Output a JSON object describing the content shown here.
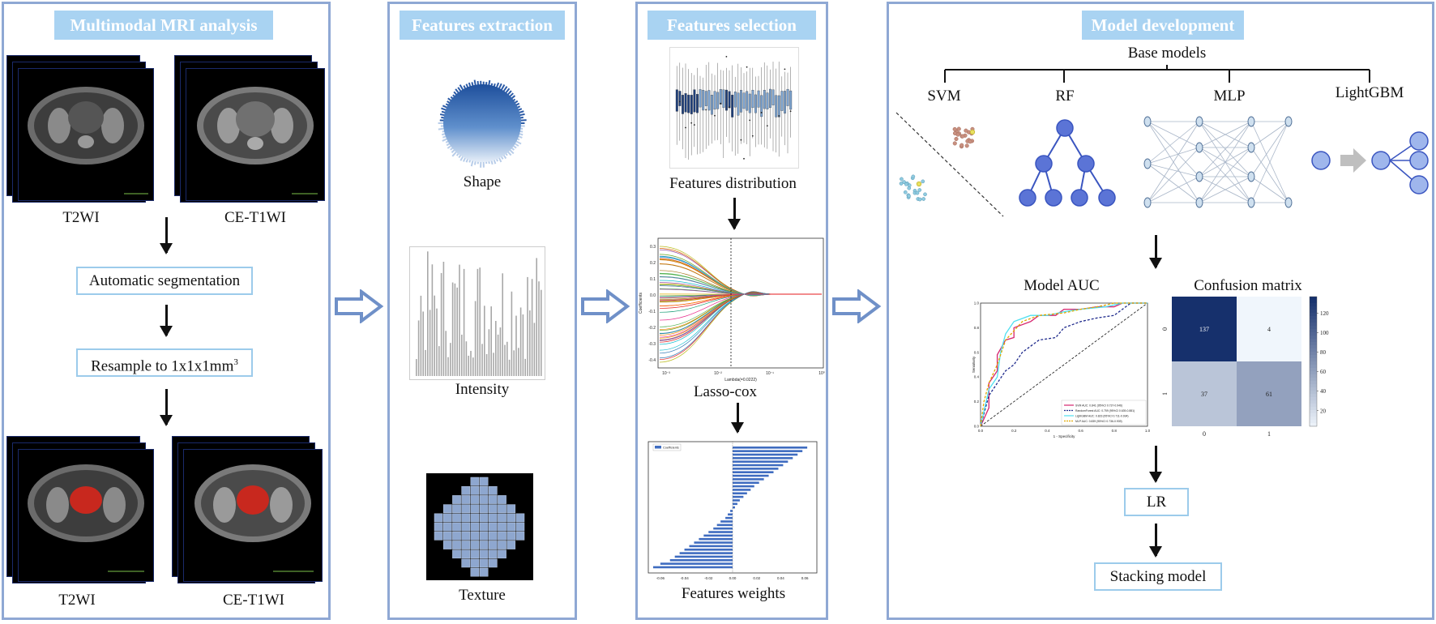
{
  "panels": {
    "mri": {
      "title": "Multimodal MRI analysis",
      "label_t2_top": "T2WI",
      "label_ce_top": "CE-T1WI",
      "step_segmentation": "Automatic segmentation",
      "step_resample": "Resample to 1x1x1mm",
      "step_resample_sup": "3",
      "label_t2_bottom": "T2WI",
      "label_ce_bottom": "CE-T1WI"
    },
    "extraction": {
      "title": "Features extraction",
      "shape_label": "Shape",
      "intensity_label": "Intensity",
      "texture_label": "Texture"
    },
    "selection": {
      "title": "Features selection",
      "distribution_label": "Features distribution",
      "lasso_label": "Lasso-cox",
      "weights_label": "Features weights",
      "weights_legend": "Coefficients"
    },
    "model": {
      "title": "Model development",
      "base_models_label": "Base models",
      "svm_label": "SVM",
      "rf_label": "RF",
      "mlp_label": "MLP",
      "lightgbm_label": "LightGBM",
      "auc_title": "Model AUC",
      "auc_xlabel": "1 - Specificity",
      "auc_ylabel": "Sensitivity",
      "auc_legend": [
        "SVM AUC: 0.841 (95%CI 0.737-0.946)",
        "RandomForest AUC: 0.759 (95%CI 0.639-0.881)",
        "LightGBM AUC: 0.823 (95%CI 0.711-0.934)",
        "MLP AUC: 0.839 (95%CI 0.736-0.939)"
      ],
      "cm_title": "Confusion matrix",
      "lr_label": "LR",
      "stacking_label": "Stacking model"
    }
  },
  "colors": {
    "panel_border": "#8fa8d4",
    "title_bg": "#a9d3f2",
    "box_border": "#9ccbeb",
    "svm_curve": "#d6246e",
    "rf_curve": "#1f2a8c",
    "lightgbm_curve": "#4fe0f0",
    "mlp_curve": "#e0a800"
  },
  "chart_data": [
    {
      "type": "heatmap",
      "title": "Confusion matrix",
      "x_categories": [
        "0",
        "1"
      ],
      "y_categories": [
        "0",
        "1"
      ],
      "values": [
        [
          137,
          4
        ],
        [
          37,
          61
        ]
      ],
      "colorbar_ticks": [
        20,
        40,
        60,
        80,
        100,
        120
      ]
    },
    {
      "type": "line",
      "title": "Model AUC",
      "xlabel": "1 - Specificity",
      "ylabel": "Sensitivity",
      "xlim": [
        0.0,
        1.0
      ],
      "ylim": [
        0.0,
        1.0
      ],
      "x_ticks": [
        "0.0",
        "0.2",
        "0.4",
        "0.6",
        "0.8",
        "1.0"
      ],
      "y_ticks": [
        "0.0",
        "0.2",
        "0.4",
        "0.6",
        "0.8",
        "1.0"
      ],
      "series": [
        {
          "name": "SVM AUC: 0.841 (95%CI 0.737-0.946)",
          "x": [
            0,
            0.05,
            0.05,
            0.1,
            0.1,
            0.15,
            0.2,
            0.2,
            0.3,
            0.35,
            0.45,
            0.5,
            0.6,
            0.7,
            0.8,
            0.85,
            1.0
          ],
          "y": [
            0,
            0.15,
            0.35,
            0.45,
            0.58,
            0.7,
            0.72,
            0.8,
            0.85,
            0.9,
            0.9,
            0.95,
            0.95,
            0.97,
            0.97,
            1.0,
            1.0
          ]
        },
        {
          "name": "RandomForest AUC: 0.759 (95%CI 0.639-0.881)",
          "x": [
            0,
            0.05,
            0.1,
            0.15,
            0.2,
            0.25,
            0.3,
            0.35,
            0.45,
            0.5,
            0.6,
            0.7,
            0.8,
            0.85,
            0.9,
            1.0
          ],
          "y": [
            0,
            0.25,
            0.35,
            0.45,
            0.5,
            0.6,
            0.65,
            0.7,
            0.72,
            0.8,
            0.85,
            0.88,
            0.9,
            0.95,
            1.0,
            1.0
          ]
        },
        {
          "name": "LightGBM AUC: 0.823 (95%CI 0.711-0.934)",
          "x": [
            0,
            0.05,
            0.1,
            0.12,
            0.15,
            0.2,
            0.3,
            0.4,
            0.5,
            0.6,
            0.75,
            0.85,
            1.0
          ],
          "y": [
            0,
            0.3,
            0.4,
            0.6,
            0.75,
            0.85,
            0.9,
            0.9,
            0.93,
            0.95,
            0.97,
            1.0,
            1.0
          ]
        },
        {
          "name": "MLP AUC: 0.839 (95%CI 0.736-0.939)",
          "x": [
            0,
            0.02,
            0.05,
            0.1,
            0.15,
            0.25,
            0.35,
            0.5,
            0.6,
            0.7,
            0.8,
            1.0
          ],
          "y": [
            0,
            0.2,
            0.35,
            0.5,
            0.7,
            0.85,
            0.9,
            0.92,
            0.95,
            0.97,
            1.0,
            1.0
          ]
        }
      ]
    },
    {
      "type": "line",
      "title": "Lasso-cox",
      "xlabel": "Lambda(=0.0222)",
      "ylabel": "Coefficients",
      "y_ticks": [
        "-0.4",
        "-0.3",
        "-0.2",
        "-0.1",
        "0.0",
        "0.1",
        "0.2",
        "0.3"
      ],
      "x_ticks": [
        "10⁻³",
        "10⁻²",
        "10⁻¹",
        "10⁰"
      ]
    },
    {
      "type": "bar",
      "title": "Features weights",
      "legend": "Coefficients",
      "x_ticks": [
        "-0.06",
        "-0.04",
        "-0.02",
        "0.00",
        "0.02",
        "0.04",
        "0.06"
      ],
      "values": [
        0.062,
        0.058,
        0.054,
        0.05,
        0.046,
        0.042,
        0.038,
        0.034,
        0.03,
        0.026,
        0.022,
        0.018,
        0.015,
        0.012,
        0.009,
        0.006,
        0.004,
        0.002,
        -0.002,
        -0.004,
        -0.006,
        -0.01,
        -0.013,
        -0.016,
        -0.02,
        -0.024,
        -0.028,
        -0.032,
        -0.036,
        -0.04,
        -0.044,
        -0.048,
        -0.052,
        -0.06,
        -0.066
      ]
    }
  ]
}
